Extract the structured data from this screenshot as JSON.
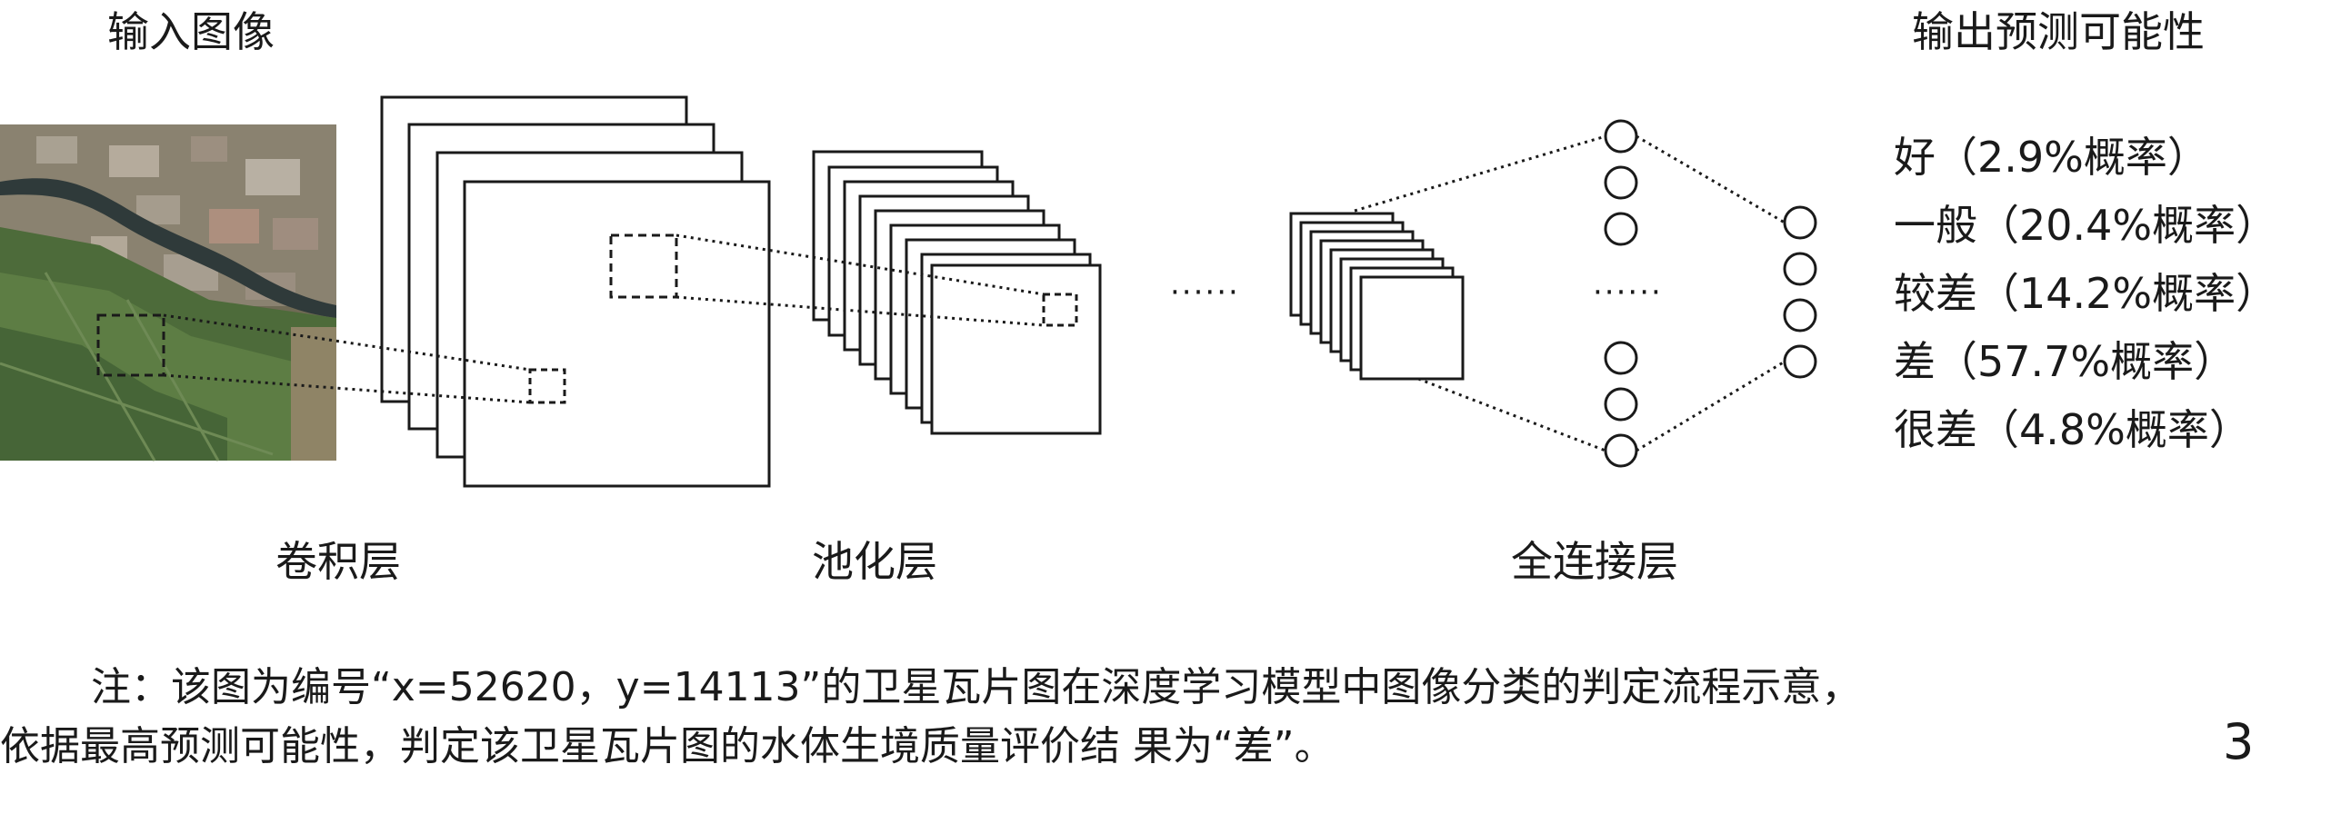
{
  "labels": {
    "input_image": "输入图像",
    "output_probability": "输出预测可能性",
    "conv_layer": "卷积层",
    "pool_layer": "池化层",
    "fc_layer": "全连接层"
  },
  "ellipsis": "······",
  "predictions": [
    {
      "label": "好（2.9%概率）",
      "probability": 2.9
    },
    {
      "label": "一般（20.4%概率）",
      "probability": 20.4
    },
    {
      "label": "较差（14.2%概率）",
      "probability": 14.2
    },
    {
      "label": "差（57.7%概率）",
      "probability": 57.7
    },
    {
      "label": "很差（4.8%概率）",
      "probability": 4.8
    }
  ],
  "note": {
    "line1": "注：该图为编号“x=52620，y=14113”的卫星瓦片图在深度学习模型中图像分类的判定流程示意，",
    "line2": "依据最高预测可能性，判定该卫星瓦片图的水体生境质量评价结 果为“差”。"
  },
  "page_number": "3"
}
